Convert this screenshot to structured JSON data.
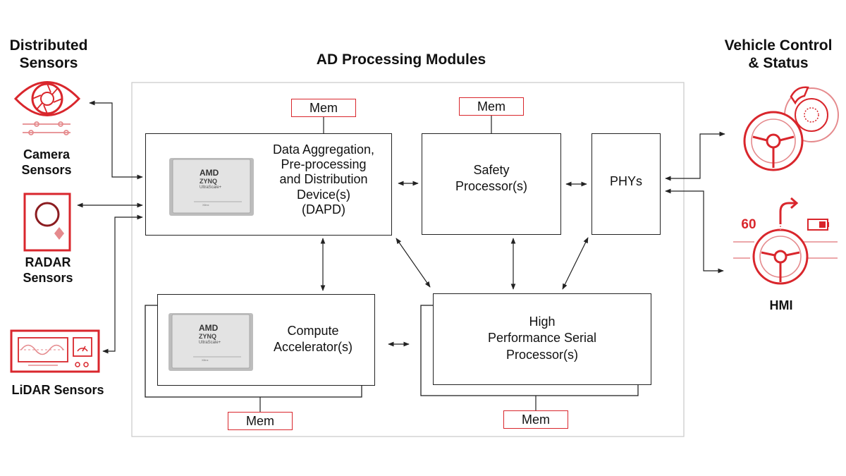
{
  "left": {
    "heading": "Distributed\nSensors",
    "camera": {
      "label": "Camera\nSensors",
      "icon": "camera-sensor-icon"
    },
    "radar": {
      "label": "RADAR\nSensors",
      "icon": "radar-sensor-icon"
    },
    "lidar": {
      "label": "LiDAR Sensors",
      "icon": "lidar-sensor-icon"
    }
  },
  "center": {
    "heading": "AD Processing Modules",
    "dapd": {
      "label": "Data Aggregation,\nPre-processing\nand Distribution\nDevice(s)\n(DAPD)",
      "mem": "Mem"
    },
    "safety": {
      "label": "Safety\nProcessor(s)",
      "mem": "Mem"
    },
    "phys": {
      "label": "PHYs"
    },
    "compute": {
      "label": "Compute\nAccelerator(s)",
      "mem": "Mem"
    },
    "hpsp": {
      "label": "High\nPerformance Serial\nProcessor(s)",
      "mem": "Mem"
    },
    "chip": {
      "brand": "AMD",
      "family": "ZYNQ",
      "series": "UltraScale+",
      "fineprint": "Xilinx"
    }
  },
  "right": {
    "heading": "Vehicle Control\n& Status",
    "hmi": {
      "label": "HMI",
      "speed": "60"
    }
  },
  "colors": {
    "accent": "#d9262c",
    "line": "#222222",
    "frame": "#c8c8c8"
  }
}
